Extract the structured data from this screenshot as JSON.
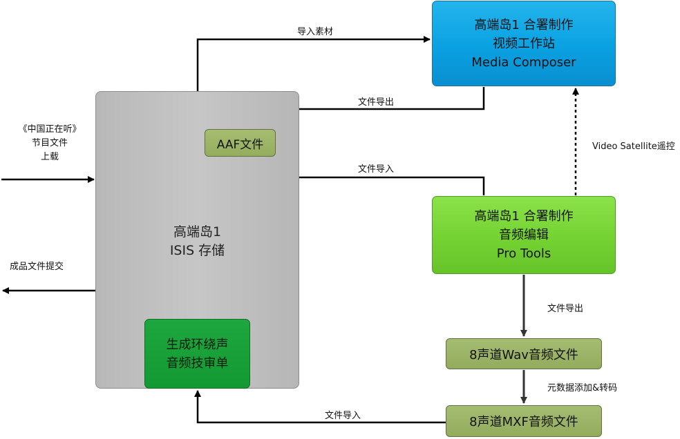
{
  "nodes": {
    "storage": {
      "line1": "高端岛1",
      "line2": "ISIS 存储"
    },
    "video_workstation": {
      "line1": "高端岛1 合署制作",
      "line2": "视频工作站",
      "line3": "Media Composer"
    },
    "pro_tools": {
      "line1": "高端岛1 合署制作",
      "line2": "音频编辑",
      "line3": "Pro Tools"
    },
    "aaf_file": {
      "label": "AAF文件"
    },
    "surround_sheet": {
      "line1": "生成环绕声",
      "line2": "音频技审单"
    },
    "wav_file": {
      "label": "8声道Wav音频文件"
    },
    "mxf_file": {
      "label": "8声道MXF音频文件"
    }
  },
  "edges": {
    "import_material": "导入素材",
    "export_from_composer": "文件导出",
    "import_to_aaf": "文件导入",
    "video_satellite": "Video Satellite遥控",
    "export_from_protools": "文件导出",
    "metadata_transcode": "元数据添加&转码",
    "import_mxf": "文件导入",
    "upload_line1": "《中国正在听》",
    "upload_line2": "节目文件",
    "upload_line3": "上载",
    "final_submit": "成品文件提交"
  },
  "colors": {
    "storage": "#c0c0c0",
    "video_workstation": "#0aa1e2",
    "pro_tools": "#74d232",
    "file_box": "#9ab463",
    "surround_sheet": "#149b35",
    "arrow": "#000000"
  }
}
